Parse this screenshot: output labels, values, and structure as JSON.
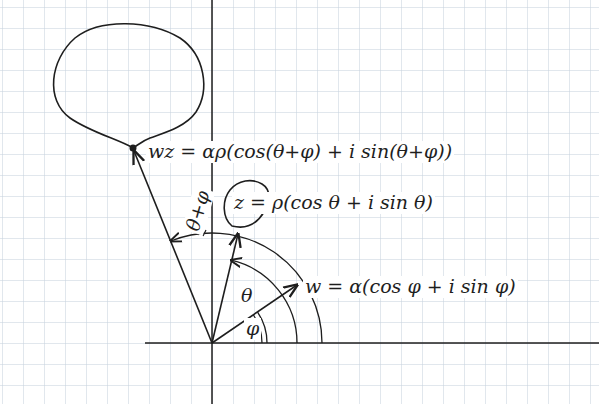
{
  "diagram": {
    "labels": [
      "wz = αρ(cos(θ+φ) + i sin(θ+φ))",
      "z = ρ(cos θ + i sin θ)",
      "w = α(cos φ + i sin φ)",
      "θ+φ",
      "θ",
      "φ"
    ]
  }
}
